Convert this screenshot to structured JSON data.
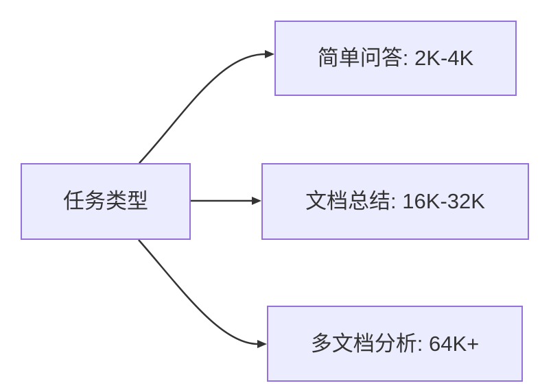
{
  "diagram": {
    "type": "flowchart",
    "root": {
      "label": "任务类型"
    },
    "children": [
      {
        "label": "简单问答: 2K-4K"
      },
      {
        "label": "文档总结: 16K-32K"
      },
      {
        "label": "多文档分析: 64K+"
      }
    ],
    "edges": [
      {
        "from": "任务类型",
        "to": "简单问答: 2K-4K"
      },
      {
        "from": "任务类型",
        "to": "文档总结: 16K-32K"
      },
      {
        "from": "任务类型",
        "to": "多文档分析: 64K+"
      }
    ],
    "colors": {
      "node_fill": "#ECECFF",
      "node_border": "#9370DB",
      "edge_stroke": "#333333",
      "text": "#333333",
      "background": "#FFFFFF"
    }
  }
}
